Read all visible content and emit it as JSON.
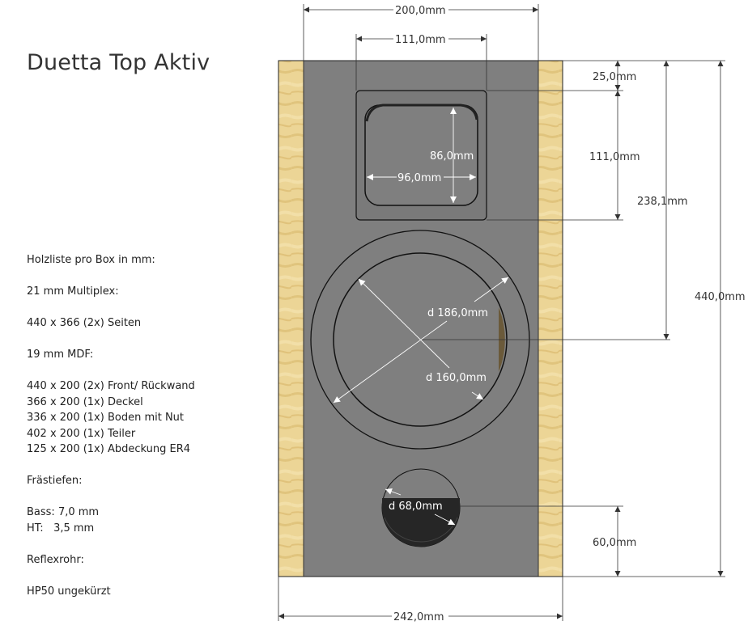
{
  "title": "Duetta Top Aktiv",
  "notes": {
    "heading": "Holzliste pro Box in mm:",
    "multiplex_heading": "21 mm Multiplex:",
    "multiplex_items": [
      "440 x 366 (2x) Seiten"
    ],
    "mdf_heading": "19 mm MDF:",
    "mdf_items": [
      "440 x 200 (2x) Front/ Rückwand",
      "366 x 200 (1x) Deckel",
      "336 x 200 (1x) Boden mit Nut",
      "402 x 200 (1x) Teiler",
      "125 x 200 (1x) Abdeckung ER4"
    ],
    "milling_heading": "Frästiefen:",
    "milling_items": [
      "Bass: 7,0 mm",
      "HT:   3,5 mm"
    ],
    "port_heading": "Reflexrohr:",
    "port_value": "HP50 ungekürzt"
  },
  "dimensions": {
    "front_width": "200,0mm",
    "tweeter_plate_width": "111,0mm",
    "top_to_tweeter": "25,0mm",
    "tweeter_plate_height": "111,0mm",
    "top_to_woofer_center": "238,1mm",
    "total_height": "440,0mm",
    "tweeter_cutout_height": "86,0mm",
    "tweeter_cutout_width": "96,0mm",
    "woofer_outer_diameter": "d 186,0mm",
    "woofer_inner_diameter": "d 160,0mm",
    "port_diameter": "d 68,0mm",
    "port_center_height": "60,0mm",
    "total_width": "242,0mm"
  },
  "colors": {
    "front": "#7f7f7f",
    "wood": "#e8cf8e",
    "port_inside": "#262626",
    "dimension_line": "#333333"
  }
}
